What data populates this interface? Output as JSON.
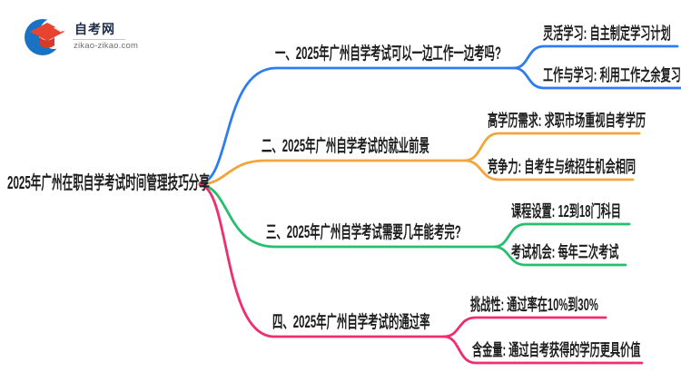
{
  "logo": {
    "title": "自考网",
    "domain": "zikao-zikao.com",
    "crescent_color": "#1a72c4",
    "cap_color": "#e8432f",
    "cap_base_color": "#d63a2a"
  },
  "root": {
    "title": "2025年广州在职自学考试时间管理技巧分享",
    "dot_color": "#b9465c"
  },
  "branches": [
    {
      "label": "一、2025年广州自学考试可以一边工作一边考吗?",
      "color": "#2e7df0",
      "children": [
        {
          "label": "灵活学习: 自主制定学习计划"
        },
        {
          "label": "工作与学习: 利用工作之余复习"
        }
      ]
    },
    {
      "label": "二、2025年广州自学考试的就业前景",
      "color": "#f2a53a",
      "children": [
        {
          "label": "高学历需求: 求职市场重视自考学历"
        },
        {
          "label": "竞争力: 自考生与统招生机会相同"
        }
      ]
    },
    {
      "label": "三、2025年广州自学考试需要几年能考完?",
      "color": "#25bf6d",
      "children": [
        {
          "label": "课程设置: 12到18门科目"
        },
        {
          "label": "考试机会: 每年三次考试"
        }
      ]
    },
    {
      "label": "四、2025年广州自学考试的通过率",
      "color": "#f02d6e",
      "children": [
        {
          "label": "挑战性: 通过率在10%到30%"
        },
        {
          "label": "含金量: 通过自考获得的学历更具价值"
        }
      ]
    }
  ]
}
